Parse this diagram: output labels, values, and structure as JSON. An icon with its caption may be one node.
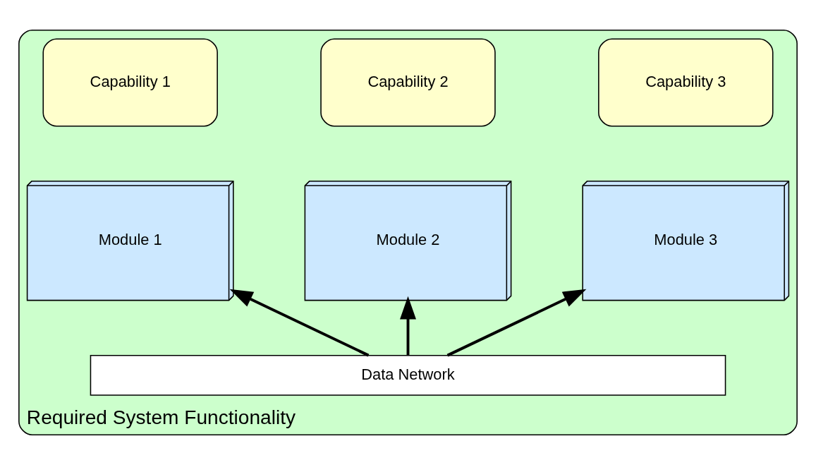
{
  "diagram": {
    "nodes": [
      {
        "text": [
          "Required System Functionality"
        ]
      },
      {
        "text": [
          "Capability 1"
        ],
        "in": 0
      },
      {
        "text": [
          "Capability 2"
        ],
        "in": 0
      },
      {
        "text": [
          "Capability 3"
        ],
        "in": 0
      },
      {
        "text": [
          "Module 1"
        ],
        "in": 0
      },
      {
        "text": [
          "Module 2"
        ],
        "in": 0
      },
      {
        "text": [
          "Module 3"
        ],
        "in": 0
      },
      {
        "text": [
          "Data Network"
        ],
        "in": 0
      }
    ],
    "edges": [
      {
        "from": 7,
        "to": 4,
        "arrow": "to"
      },
      {
        "from": 7,
        "to": 5,
        "arrow": "to"
      },
      {
        "from": 7,
        "to": 6,
        "arrow": "to"
      }
    ]
  }
}
